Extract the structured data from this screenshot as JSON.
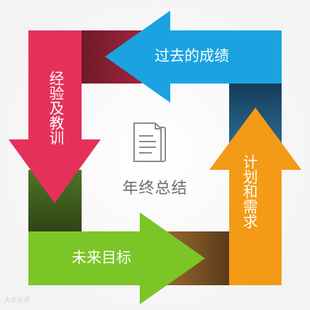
{
  "arrows": [
    {
      "label": "过去的成绩",
      "color": "#1aa3e0",
      "tail_color": "#7e1e2e"
    },
    {
      "label": "计划和需求",
      "color": "#f39b16",
      "tail_color": "#1e4b6c"
    },
    {
      "label": "未来目标",
      "color": "#7cc526",
      "tail_color": "#7a5026"
    },
    {
      "label": "经验及教训",
      "color": "#e5315a",
      "tail_color": "#3f5a1e"
    }
  ],
  "center": {
    "title": "年终总结",
    "icon": "document-icon"
  },
  "watermark": "大众点评"
}
